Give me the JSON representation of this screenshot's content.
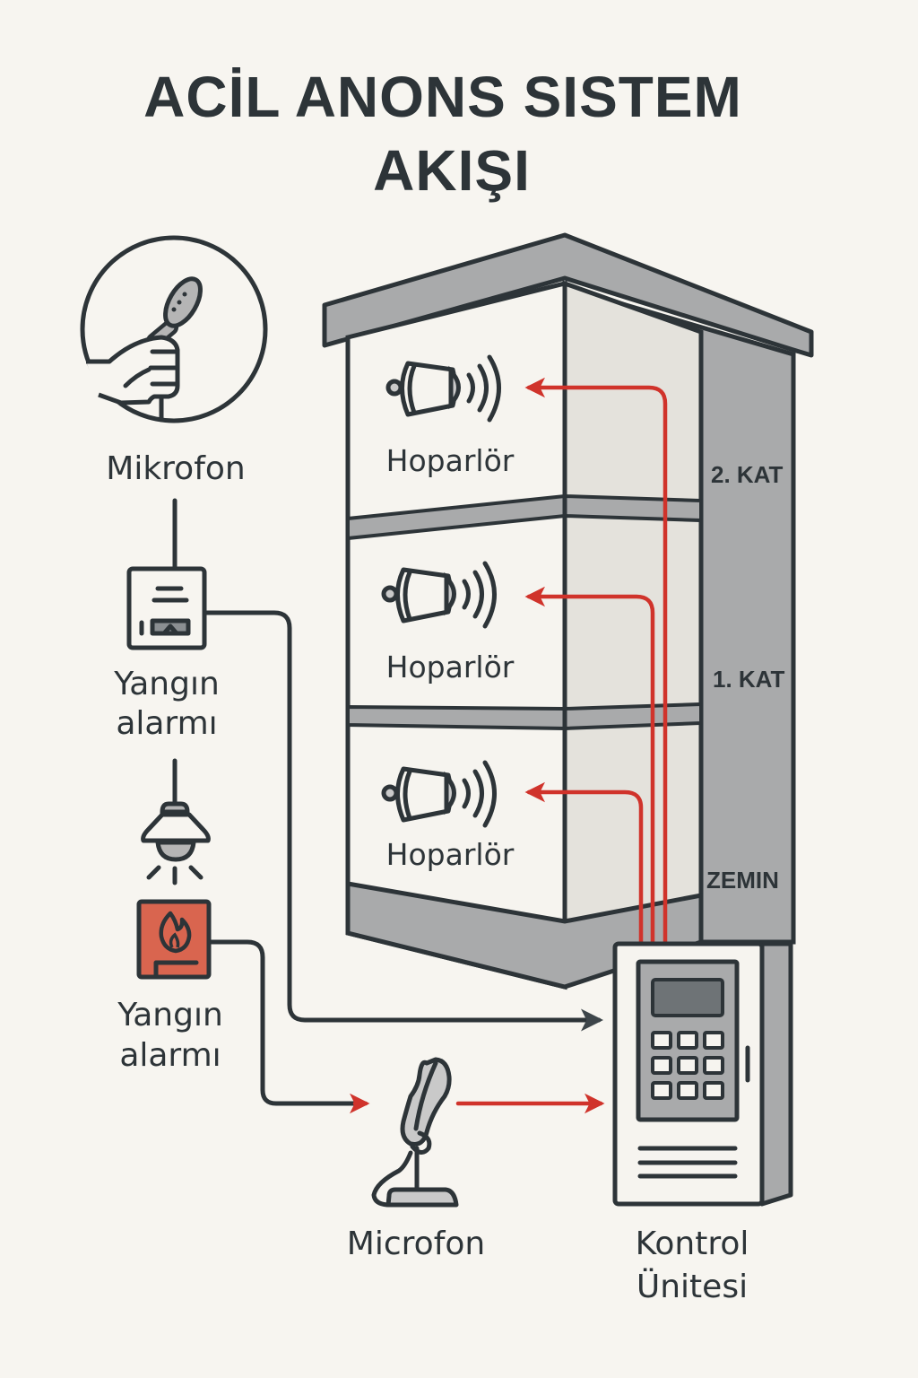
{
  "title": {
    "line1": "ACİL ANONS SISTEM",
    "line2": "AKIŞI"
  },
  "left_column": {
    "microphone": {
      "label": "Mikrofon",
      "icon": "hand-microphone-icon"
    },
    "fire_alarm_panel": {
      "label_line1": "Yangın",
      "label_line2": "alarmı",
      "icon": "alarm-panel-icon"
    },
    "beacon": {
      "icon": "ceiling-beacon-light-icon"
    },
    "fire_alarm_button": {
      "label_line1": "Yangın",
      "label_line2": "alarmı",
      "icon": "fire-alarm-icon"
    }
  },
  "building": {
    "floors": [
      {
        "name": "2. KAT",
        "speaker_label": "Hoparlör",
        "icon": "speaker-icon"
      },
      {
        "name": "1. KAT",
        "speaker_label": "Hoparlör",
        "icon": "speaker-icon"
      },
      {
        "name": "ZEMIN",
        "speaker_label": "Hoparlör",
        "icon": "speaker-icon"
      }
    ]
  },
  "bottom": {
    "desk_microphone": {
      "label": "Microfon",
      "icon": "desk-microphone-icon"
    },
    "control_unit": {
      "label_line1": "Kontrol",
      "label_line2": "Ünitesi",
      "icon": "control-panel-icon"
    }
  },
  "colors": {
    "ink": "#2d3438",
    "signal_red": "#d0332b",
    "alarm_red": "#d9654f",
    "wall_gray": "#a9aaab",
    "background": "#f7f5f0"
  }
}
